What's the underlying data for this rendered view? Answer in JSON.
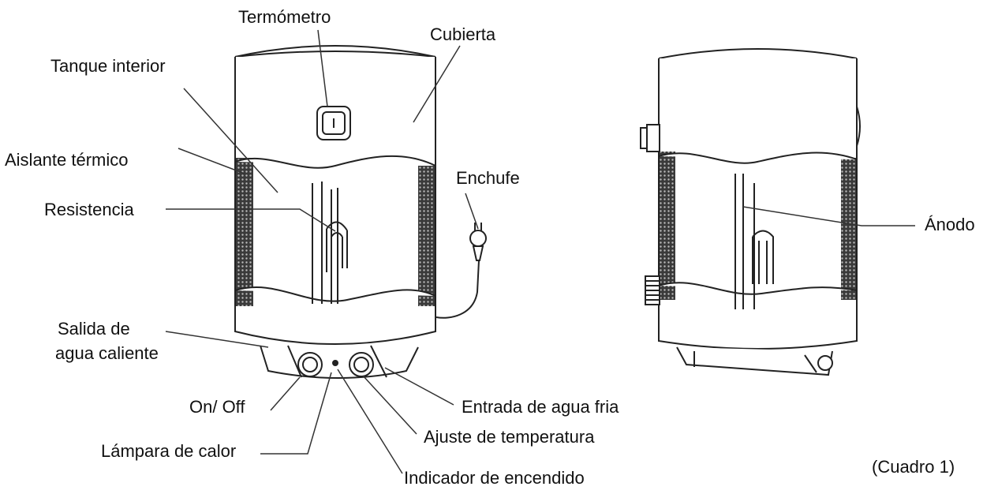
{
  "labels": {
    "termometro": "Termómetro",
    "cubierta": "Cubierta",
    "tanque_interior": "Tanque interior",
    "aislante_termico": "Aislante térmico",
    "enchufe": "Enchufe",
    "resistencia": "Resistencia",
    "anodo": "Ánodo",
    "salida_line1": "Salida de",
    "salida_line2": "agua caliente",
    "on_off": "On/ Off",
    "entrada_agua_fria": "Entrada de agua fria",
    "ajuste_temperatura": "Ajuste de temperatura",
    "lampara_calor": "Lámpara de calor",
    "indicador_encendido": "Indicador de encendido"
  },
  "caption": "(Cuadro 1)"
}
